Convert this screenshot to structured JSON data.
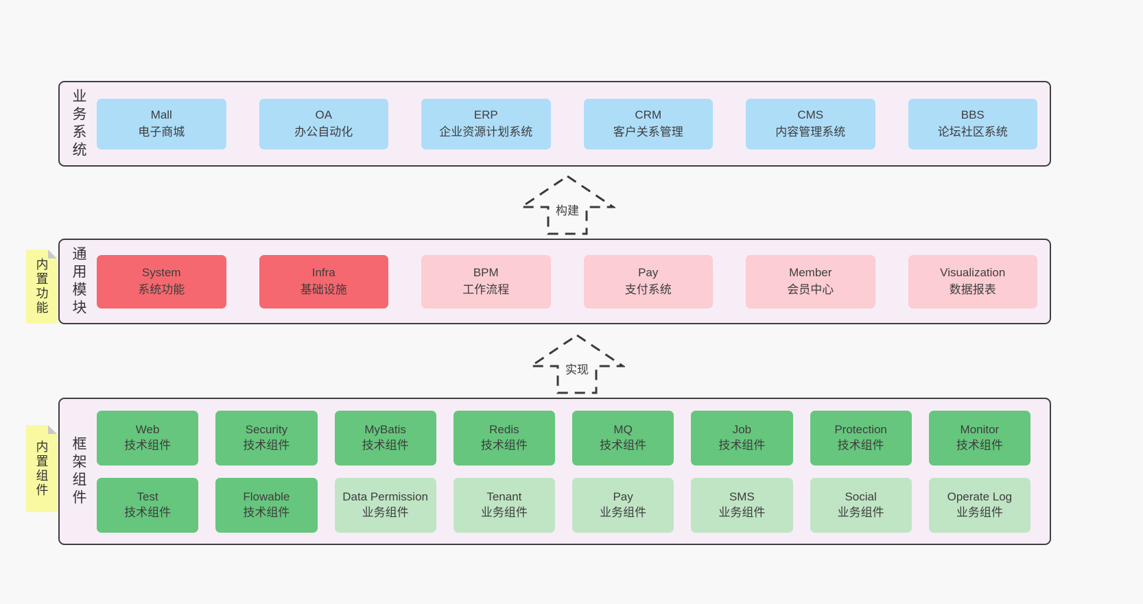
{
  "colors": {
    "page_bg": "#f8f8f8",
    "layer_bg": "#f7edf7",
    "layer_border": "#3e3e3e",
    "box_blue": "#aeddf8",
    "box_red": "#f5686f",
    "box_pink": "#fccdd3",
    "box_green": "#66c67d",
    "box_green_light": "#c0e5c5",
    "note_yellow": "#f9f9a1",
    "note_fold_gray": "#c9c9c9",
    "text": "#3d3d3d"
  },
  "layers": {
    "business": {
      "label": "业务系统",
      "boxes": [
        {
          "title": "Mall",
          "subtitle": "电子商城",
          "variant": "blue"
        },
        {
          "title": "OA",
          "subtitle": "办公自动化",
          "variant": "blue"
        },
        {
          "title": "ERP",
          "subtitle": "企业资源计划系统",
          "variant": "blue"
        },
        {
          "title": "CRM",
          "subtitle": "客户关系管理",
          "variant": "blue"
        },
        {
          "title": "CMS",
          "subtitle": "内容管理系统",
          "variant": "blue"
        },
        {
          "title": "BBS",
          "subtitle": "论坛社区系统",
          "variant": "blue"
        }
      ]
    },
    "modules": {
      "label": "通用模块",
      "note": "内置功能",
      "boxes": [
        {
          "title": "System",
          "subtitle": "系统功能",
          "variant": "red"
        },
        {
          "title": "Infra",
          "subtitle": "基础设施",
          "variant": "red"
        },
        {
          "title": "BPM",
          "subtitle": "工作流程",
          "variant": "pink"
        },
        {
          "title": "Pay",
          "subtitle": "支付系统",
          "variant": "pink"
        },
        {
          "title": "Member",
          "subtitle": "会员中心",
          "variant": "pink"
        },
        {
          "title": "Visualization",
          "subtitle": "数据报表",
          "variant": "pink"
        }
      ]
    },
    "framework": {
      "label": "框架组件",
      "note": "内置组件",
      "row1": [
        {
          "title": "Web",
          "subtitle": "技术组件",
          "variant": "green"
        },
        {
          "title": "Security",
          "subtitle": "技术组件",
          "variant": "green"
        },
        {
          "title": "MyBatis",
          "subtitle": "技术组件",
          "variant": "green"
        },
        {
          "title": "Redis",
          "subtitle": "技术组件",
          "variant": "green"
        },
        {
          "title": "MQ",
          "subtitle": "技术组件",
          "variant": "green"
        },
        {
          "title": "Job",
          "subtitle": "技术组件",
          "variant": "green"
        },
        {
          "title": "Protection",
          "subtitle": "技术组件",
          "variant": "green"
        },
        {
          "title": "Monitor",
          "subtitle": "技术组件",
          "variant": "green"
        }
      ],
      "row2": [
        {
          "title": "Test",
          "subtitle": "技术组件",
          "variant": "green"
        },
        {
          "title": "Flowable",
          "subtitle": "技术组件",
          "variant": "green"
        },
        {
          "title": "Data Permission",
          "subtitle": "业务组件",
          "variant": "green-light"
        },
        {
          "title": "Tenant",
          "subtitle": "业务组件",
          "variant": "green-light"
        },
        {
          "title": "Pay",
          "subtitle": "业务组件",
          "variant": "green-light"
        },
        {
          "title": "SMS",
          "subtitle": "业务组件",
          "variant": "green-light"
        },
        {
          "title": "Social",
          "subtitle": "业务组件",
          "variant": "green-light"
        },
        {
          "title": "Operate Log",
          "subtitle": "业务组件",
          "variant": "green-light"
        }
      ]
    }
  },
  "arrows": [
    {
      "label": "构建"
    },
    {
      "label": "实现"
    }
  ]
}
